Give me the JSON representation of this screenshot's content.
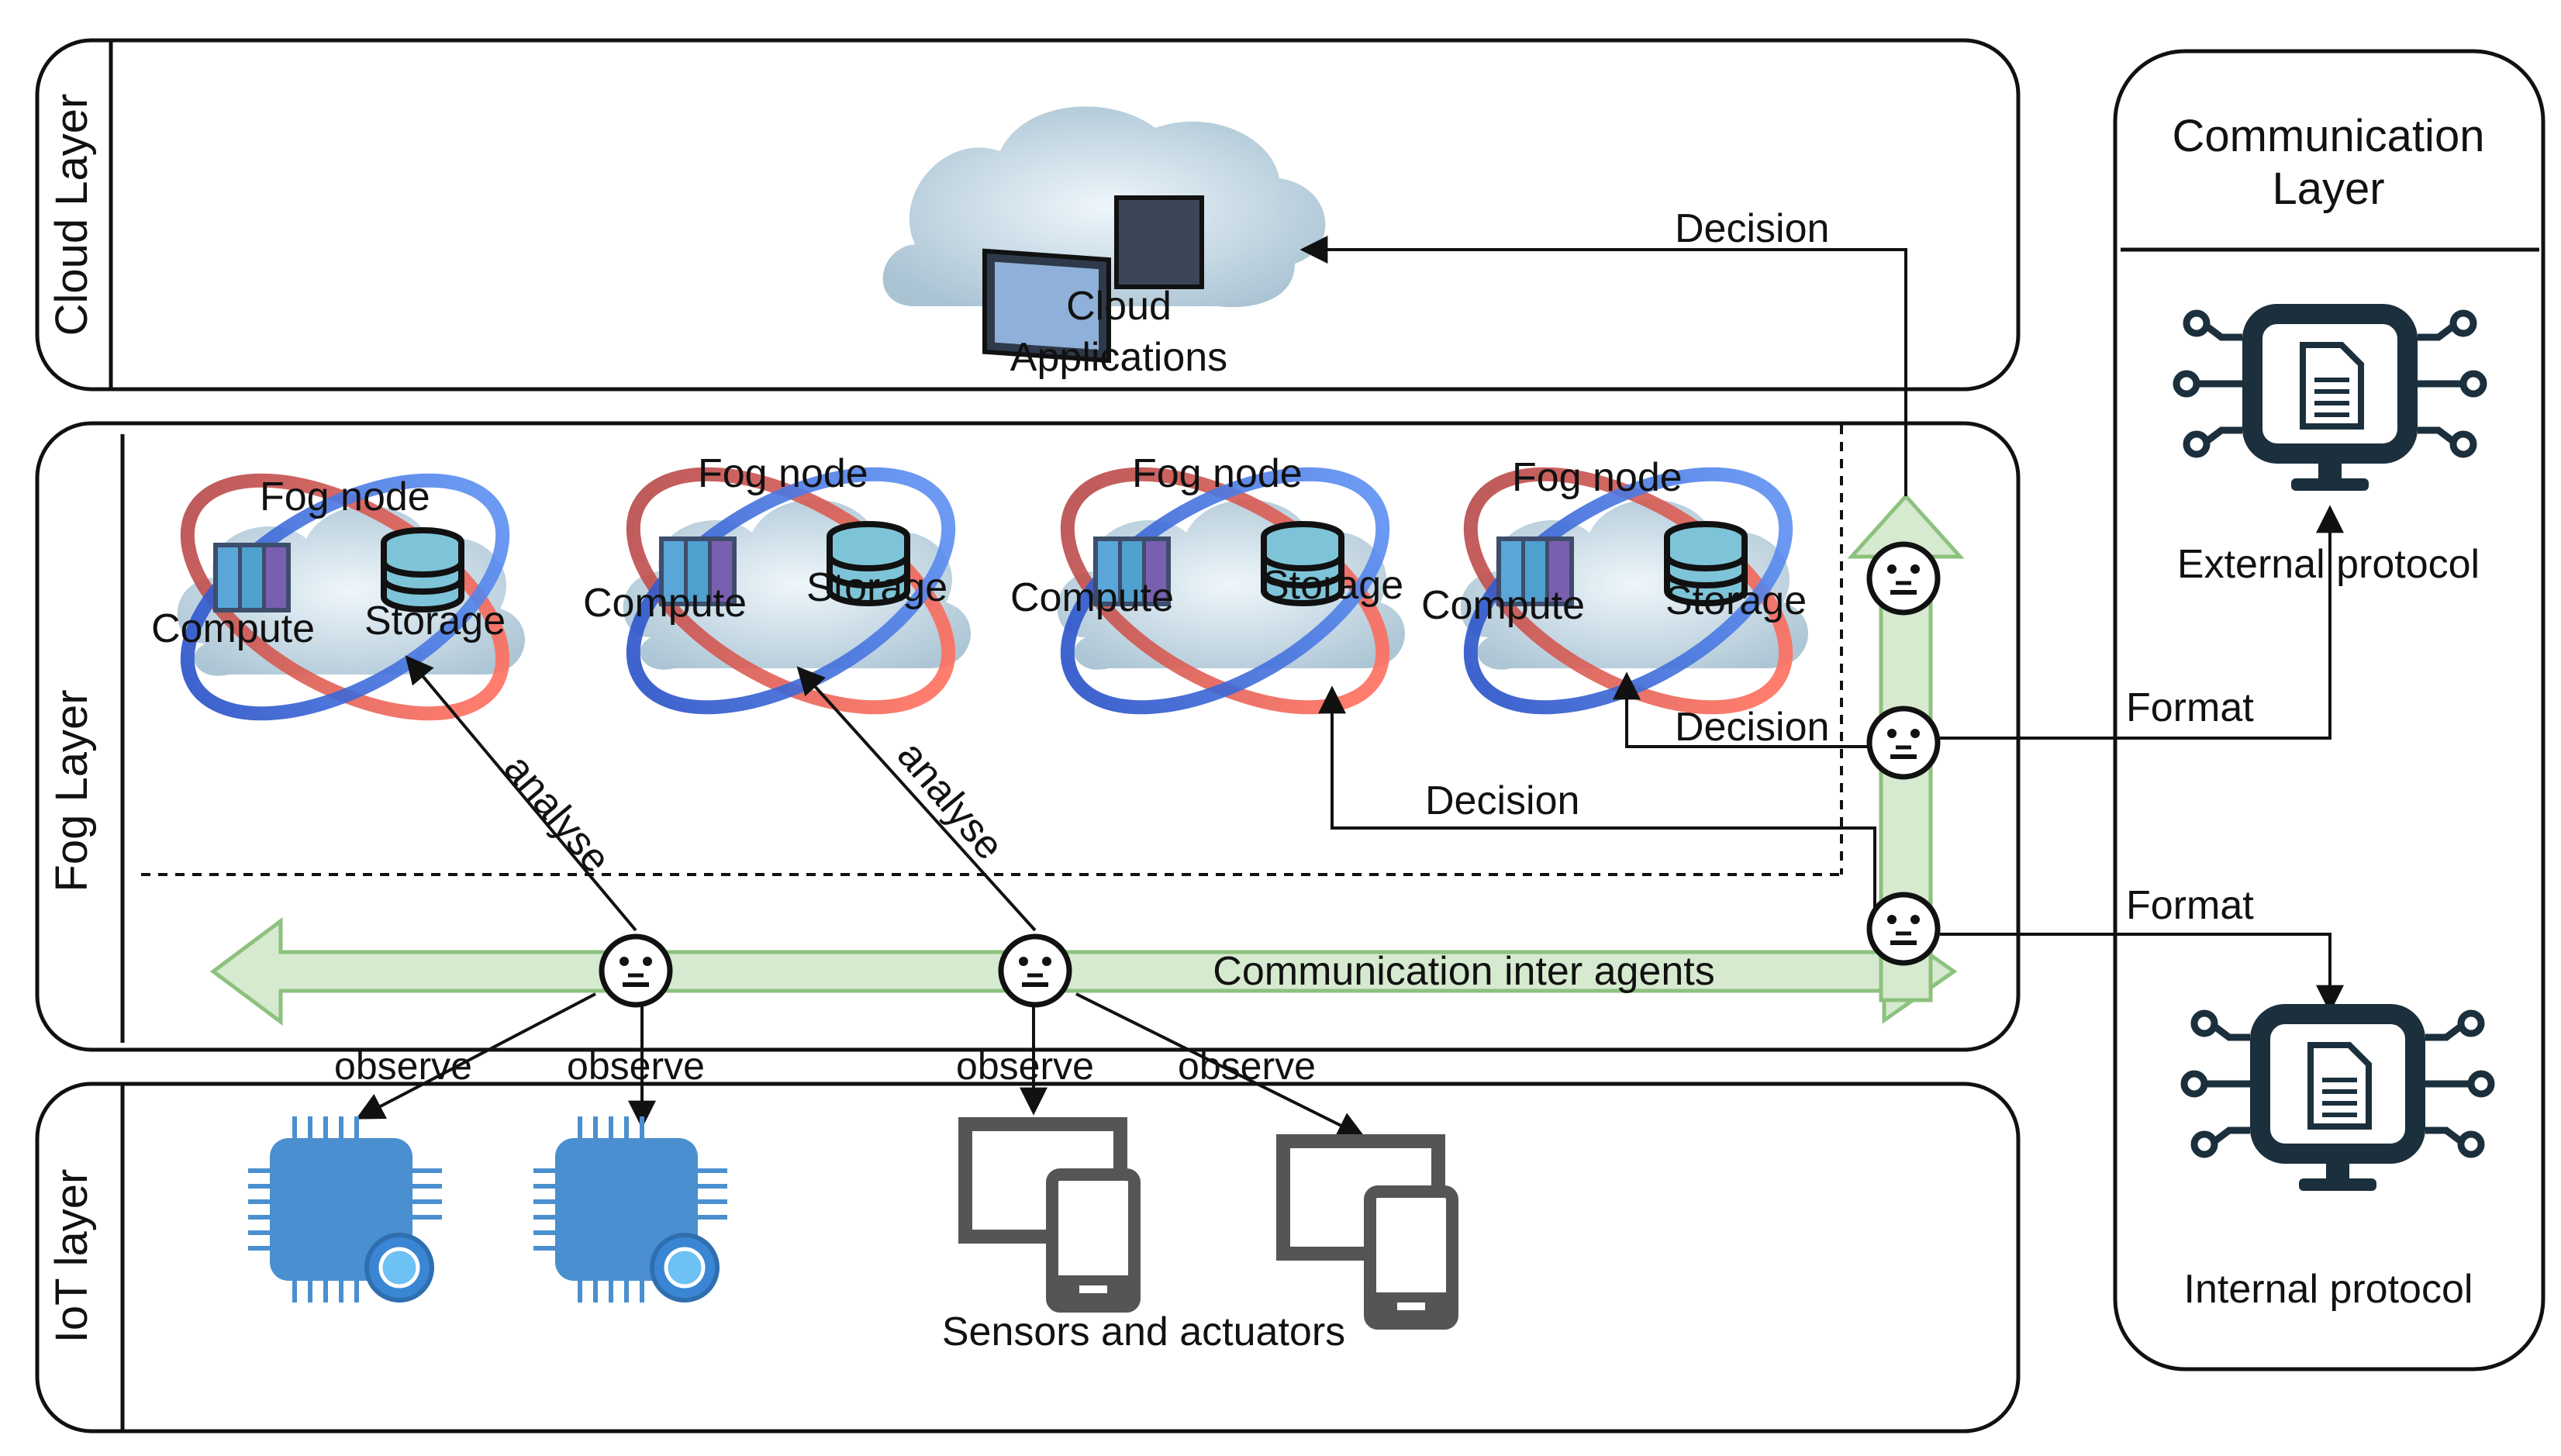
{
  "layers": {
    "cloud": "Cloud Layer",
    "fog": "Fog Layer",
    "iot": "IoT layer",
    "communication_line1": "Communication",
    "communication_line2": "Layer"
  },
  "cloud": {
    "line1": "Cloud",
    "line2": "Applications"
  },
  "fog_nodes": [
    {
      "title": "Fog node",
      "compute": "Compute",
      "storage": "Storage"
    },
    {
      "title": "Fog node",
      "compute": "Compute",
      "storage": "Storage"
    },
    {
      "title": "Fog node",
      "compute": "Compute",
      "storage": "Storage"
    },
    {
      "title": "Fog node",
      "compute": "Compute",
      "storage": "Storage"
    }
  ],
  "edges": {
    "analyse": "analyse",
    "observe": "observe",
    "decision": "Decision",
    "format": "Format",
    "communication": "Communication inter agents"
  },
  "iot": {
    "sensors_label": "Sensors and actuators"
  },
  "protocols": {
    "external": "External protocol",
    "internal": "Internal protocol"
  },
  "colors": {
    "arrow_fill": "#d6ead0",
    "arrow_stroke": "#8cc27d",
    "chip": "#4a8fd0",
    "device": "#555555",
    "protocol_icon": "#1b2f3d",
    "storage_db": "#7ec4d8"
  }
}
